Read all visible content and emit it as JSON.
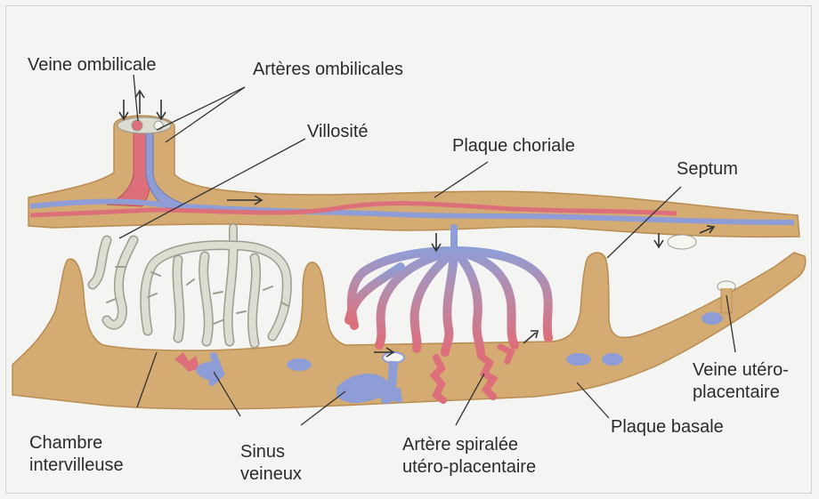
{
  "labels": {
    "veine_ombilicale": "Veine ombilicale",
    "arteres_ombilicales": "Artères ombilicales",
    "villosite": "Villosité",
    "plaque_choriale": "Plaque choriale",
    "septum": "Septum",
    "chambre_intervilleuse": [
      "Chambre",
      "intervilleuse"
    ],
    "sinus_veineux": [
      "Sinus",
      "veineux"
    ],
    "artere_spiralee": [
      "Artère spiralée",
      "utéro-placentaire"
    ],
    "plaque_basale": "Plaque basale",
    "veine_utero_placentaire": [
      "Veine utéro-",
      "placentaire"
    ]
  },
  "colors": {
    "tissue": "#d4ab72",
    "tissue_edge": "#b88c52",
    "villi": "#ddddd2",
    "villi_edge": "#9c9c90",
    "vein_blue": "#8f9dd6",
    "artery_red": "#dd6f7b",
    "background": "#f4f5f3",
    "leader": "#333333"
  }
}
